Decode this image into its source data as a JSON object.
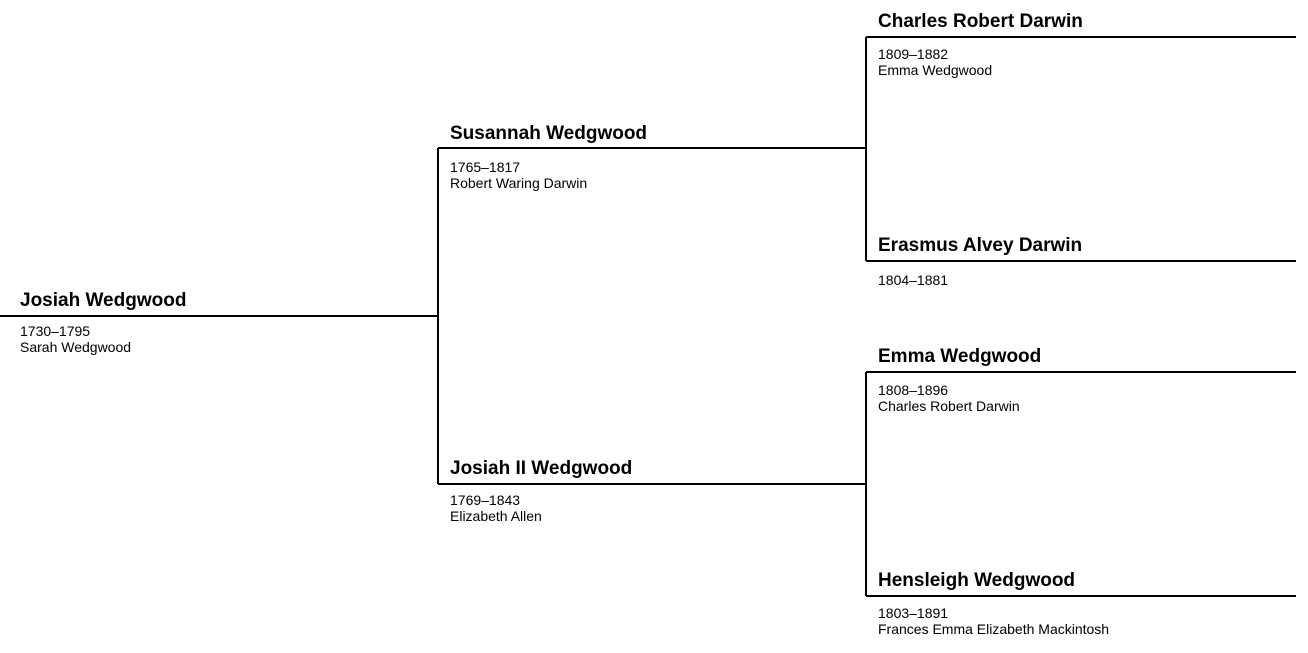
{
  "people": {
    "josiah": {
      "name": "Josiah Wedgwood",
      "dates": "1730–1795",
      "spouse": "Sarah Wedgwood"
    },
    "susannah": {
      "name": "Susannah Wedgwood",
      "dates": "1765–1817",
      "spouse": "Robert Waring Darwin"
    },
    "josiah_ii": {
      "name": "Josiah II Wedgwood",
      "dates": "1769–1843",
      "spouse": "Elizabeth Allen"
    },
    "charles": {
      "name": "Charles Robert Darwin",
      "dates": "1809–1882",
      "spouse": "Emma Wedgwood"
    },
    "erasmus": {
      "name": "Erasmus Alvey Darwin",
      "dates": "1804–1881",
      "spouse": ""
    },
    "emma": {
      "name": "Emma Wedgwood",
      "dates": "1808–1896",
      "spouse": "Charles Robert Darwin"
    },
    "hensleigh": {
      "name": "Hensleigh Wedgwood",
      "dates": "1803–1891",
      "spouse": "Frances Emma Elizabeth Mackintosh"
    }
  },
  "colors": {
    "line": "#000000",
    "text": "#000000",
    "background": "#ffffff"
  }
}
